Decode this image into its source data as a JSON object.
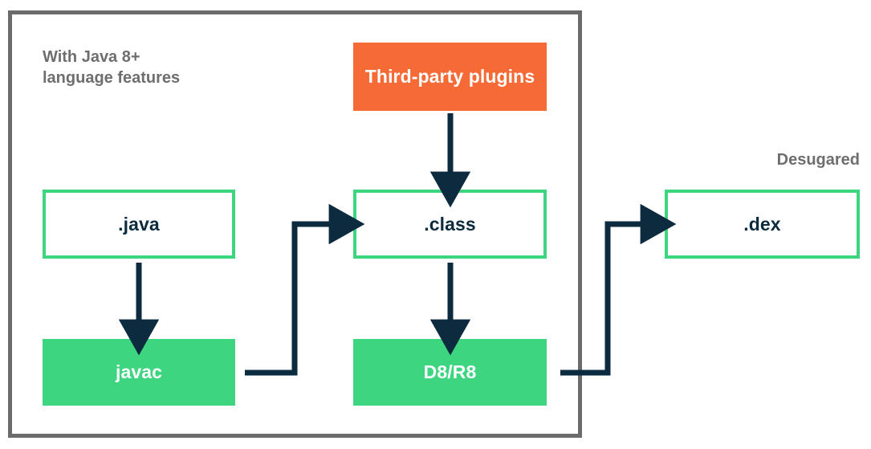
{
  "diagram": {
    "title_label": "With Java 8+\nlanguage features",
    "side_label": "Desugared",
    "colors": {
      "green": "#3ed580",
      "orange": "#f66b35",
      "arrow_navy": "#0d2b3e",
      "container_gray": "#6b6b6b",
      "label_gray": "#6e6e6e",
      "text_navy": "#0d2b3e",
      "white": "#ffffff"
    },
    "nodes": {
      "java": {
        "label": ".java",
        "style": "outlined-green"
      },
      "javac": {
        "label": "javac",
        "style": "solid-green"
      },
      "plugins": {
        "label": "Third-party plugins",
        "style": "solid-orange"
      },
      "class": {
        "label": ".class",
        "style": "outlined-green"
      },
      "d8r8": {
        "label": "D8/R8",
        "style": "solid-green"
      },
      "dex": {
        "label": ".dex",
        "style": "outlined-green"
      }
    },
    "edges": [
      {
        "name": "java-to-javac",
        "from": ".java",
        "to": "javac",
        "shape": "vertical"
      },
      {
        "name": "plugins-to-class",
        "from": "Third-party plugins",
        "to": ".class",
        "shape": "vertical"
      },
      {
        "name": "class-to-d8r8",
        "from": ".class",
        "to": "D8/R8",
        "shape": "vertical"
      },
      {
        "name": "javac-to-class",
        "from": "javac",
        "to": ".class",
        "shape": "elbow"
      },
      {
        "name": "d8r8-to-dex",
        "from": "D8/R8",
        "to": ".dex",
        "shape": "elbow"
      }
    ]
  }
}
